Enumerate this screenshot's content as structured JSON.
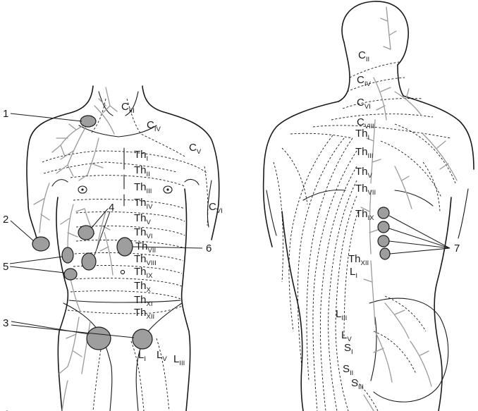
{
  "segments": {
    "c3": {
      "main": "C",
      "sub": "III"
    },
    "c4": {
      "main": "C",
      "sub": "IV"
    },
    "c5": {
      "main": "C",
      "sub": "V"
    },
    "c6": {
      "main": "C",
      "sub": "VI"
    },
    "th1": {
      "main": "Th",
      "sub": "I"
    },
    "th2": {
      "main": "Th",
      "sub": "II"
    },
    "th3": {
      "main": "Th",
      "sub": "III"
    },
    "th4": {
      "main": "Th",
      "sub": "IV"
    },
    "th5": {
      "main": "Th",
      "sub": "V"
    },
    "th6": {
      "main": "Th",
      "sub": "VI"
    },
    "th7": {
      "main": "Th",
      "sub": "VII"
    },
    "th8": {
      "main": "Th",
      "sub": "VIII"
    },
    "th9": {
      "main": "Th",
      "sub": "IX"
    },
    "th10": {
      "main": "Th",
      "sub": "X"
    },
    "th11": {
      "main": "Th",
      "sub": "XI"
    },
    "th12": {
      "main": "Th",
      "sub": "XII"
    },
    "l1": {
      "main": "L",
      "sub": "I"
    },
    "l5": {
      "main": "L",
      "sub": "V"
    },
    "l3": {
      "main": "L",
      "sub": "III"
    }
  },
  "back_segments": {
    "c2": {
      "main": "C",
      "sub": "II"
    },
    "c4": {
      "main": "C",
      "sub": "IV"
    },
    "c6": {
      "main": "C",
      "sub": "VI"
    },
    "c8": {
      "main": "C",
      "sub": "VIII"
    },
    "th1": {
      "main": "Th",
      "sub": "I"
    },
    "th3": {
      "main": "Th",
      "sub": "III"
    },
    "th5": {
      "main": "Th",
      "sub": "V"
    },
    "th7": {
      "main": "Th",
      "sub": "VII"
    },
    "th9": {
      "main": "Th",
      "sub": "IX"
    },
    "th12": {
      "main": "Th",
      "sub": "XII"
    },
    "l1": {
      "main": "L",
      "sub": "I"
    },
    "l3": {
      "main": "L",
      "sub": "III"
    },
    "l5": {
      "main": "L",
      "sub": "V"
    },
    "s1": {
      "main": "S",
      "sub": "I"
    },
    "s2": {
      "main": "S",
      "sub": "II"
    },
    "s3": {
      "main": "S",
      "sub": "III"
    }
  },
  "callouts": [
    "1",
    "2",
    "3",
    "4",
    "5",
    "6",
    "7"
  ],
  "colors": {
    "zone_fill": "#9e9e9e",
    "nerve": "#9a9a9a",
    "line": "#1a1a1a"
  }
}
